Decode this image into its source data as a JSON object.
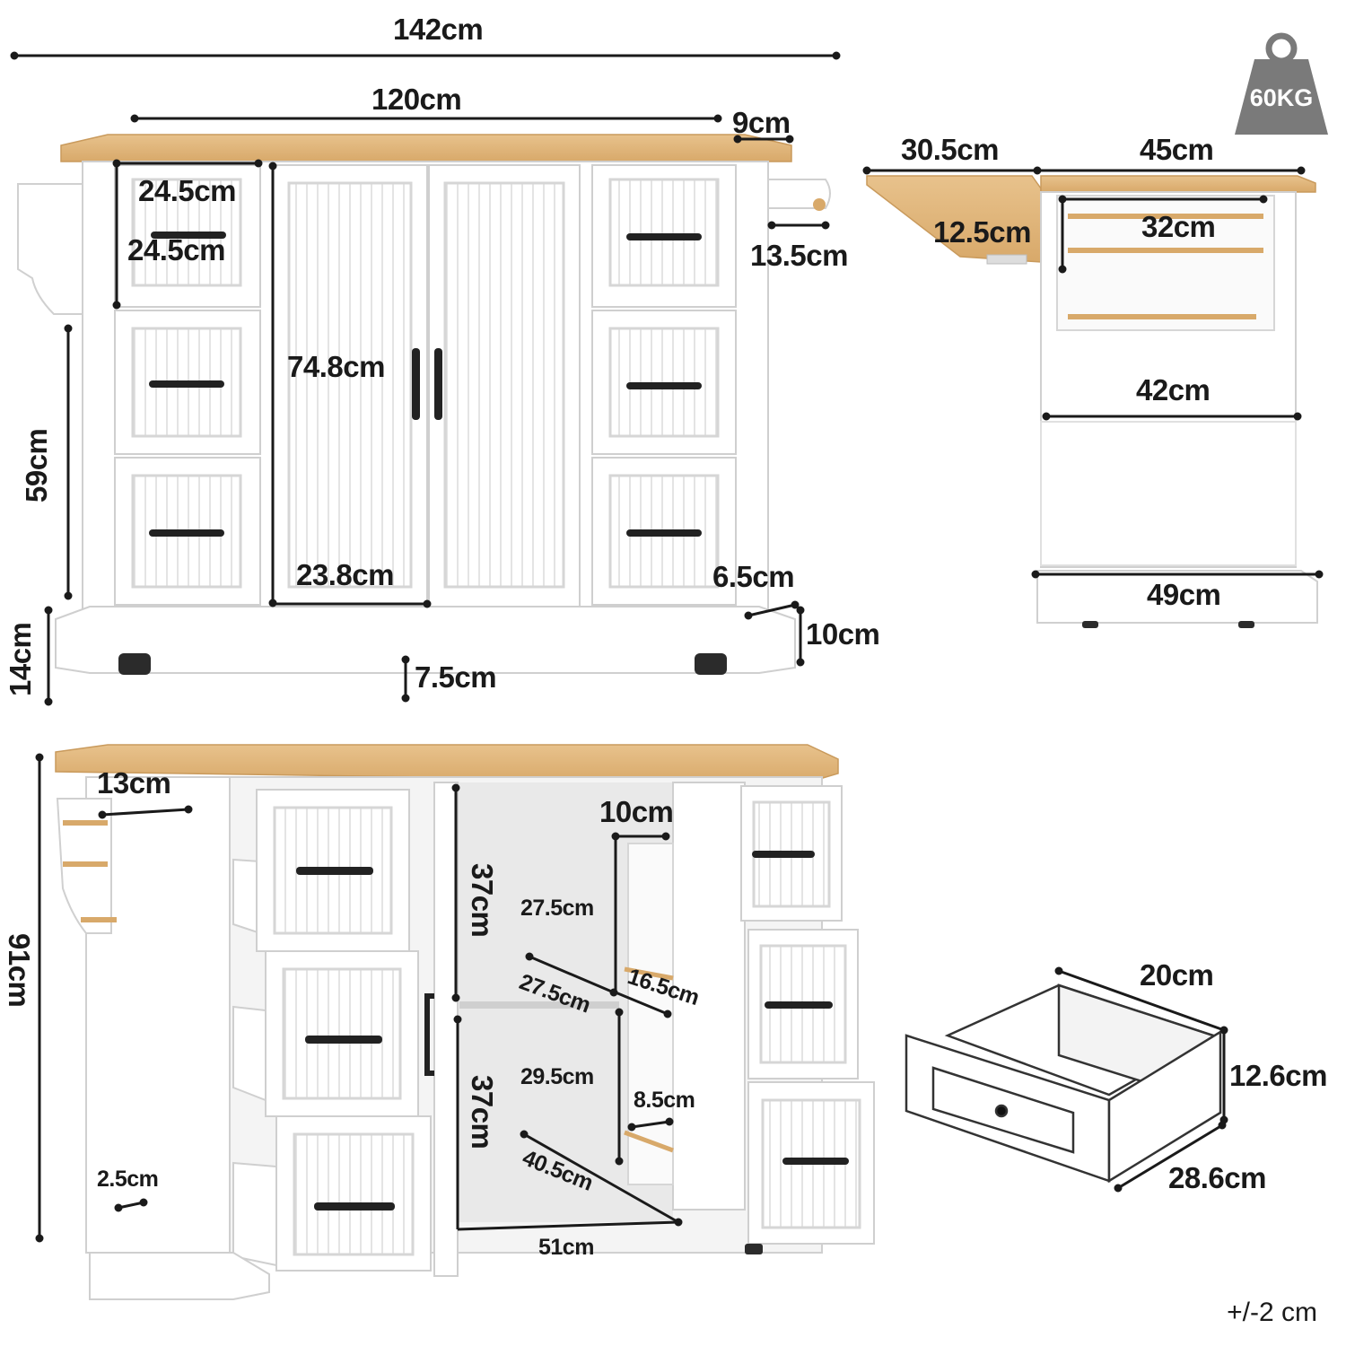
{
  "weight_badge": {
    "label": "60KG",
    "icon": "weight-icon"
  },
  "tolerance": "+/-2 cm",
  "front_view": {
    "total_width": "142cm",
    "cabinet_width": "120cm",
    "overhang": "9cm",
    "drawer_width": "24.5cm",
    "drawer_depth": "24.5cm",
    "door_height": "74.8cm",
    "body_height": "59cm",
    "door_width": "23.8cm",
    "towel_bar": "13.5cm",
    "base_step": "6.5cm",
    "base_height": "10cm",
    "wheel_height": "7.5cm",
    "leg_height": "14cm"
  },
  "side_view": {
    "drop_leaf": "30.5cm",
    "top_depth": "45cm",
    "bracket": "12.5cm",
    "rack_width": "32cm",
    "body_depth": "42cm",
    "base_depth": "49cm"
  },
  "open_view": {
    "total_height": "91cm",
    "spice_rack": "13cm",
    "upper_shelf_height": "37cm",
    "lower_shelf_height": "37cm",
    "upper_shelf_depth": "27.5cm",
    "mid_shelf_depth": "27.5cm",
    "lower_shelf_depth": "29.5cm",
    "bottom_depth": "40.5cm",
    "interior_width": "51cm",
    "door_rack_width": "10cm",
    "door_rack_height": "16.5cm",
    "door_rack_depth": "8.5cm",
    "base_inset": "2.5cm"
  },
  "drawer_detail": {
    "width": "20cm",
    "height": "12.6cm",
    "depth": "28.6cm"
  },
  "colors": {
    "wood_top": "#e2b77b",
    "wood_edge": "#c99a5c",
    "cabinet": "#ffffff",
    "panel_line": "#d9d9d9",
    "handle": "#222222",
    "dim_line": "#1a1a1a",
    "weight_badge": "#7a7a7a"
  }
}
